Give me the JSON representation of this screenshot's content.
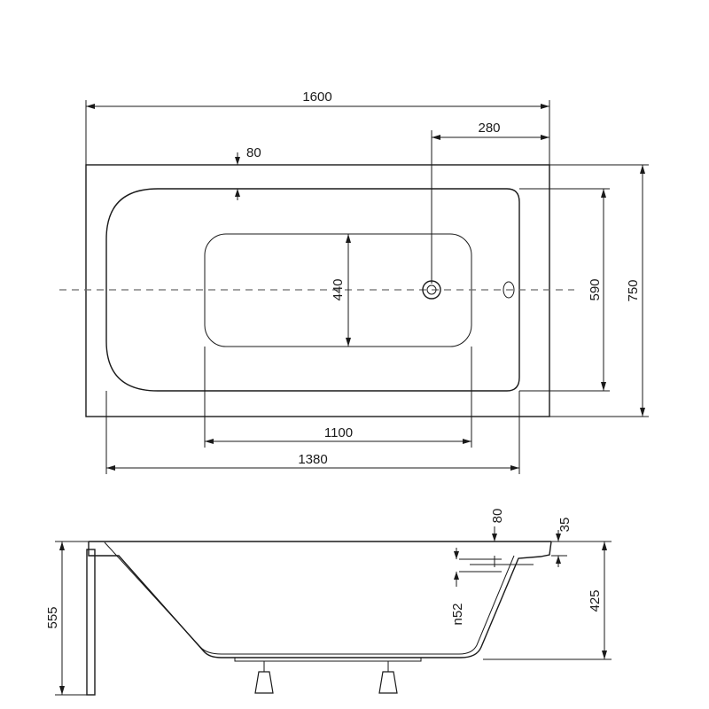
{
  "top_view": {
    "overall_length": "1600",
    "overall_width": "750",
    "inner_width": "590",
    "inner_length": "1380",
    "bottom_length": "1100",
    "bottom_width": "440",
    "drain_offset": "280",
    "rim_width": "80"
  },
  "side_view": {
    "total_height": "555",
    "depth": "425",
    "rim_width": "80",
    "rim_thickness": "35",
    "overflow_diameter": "n52"
  }
}
